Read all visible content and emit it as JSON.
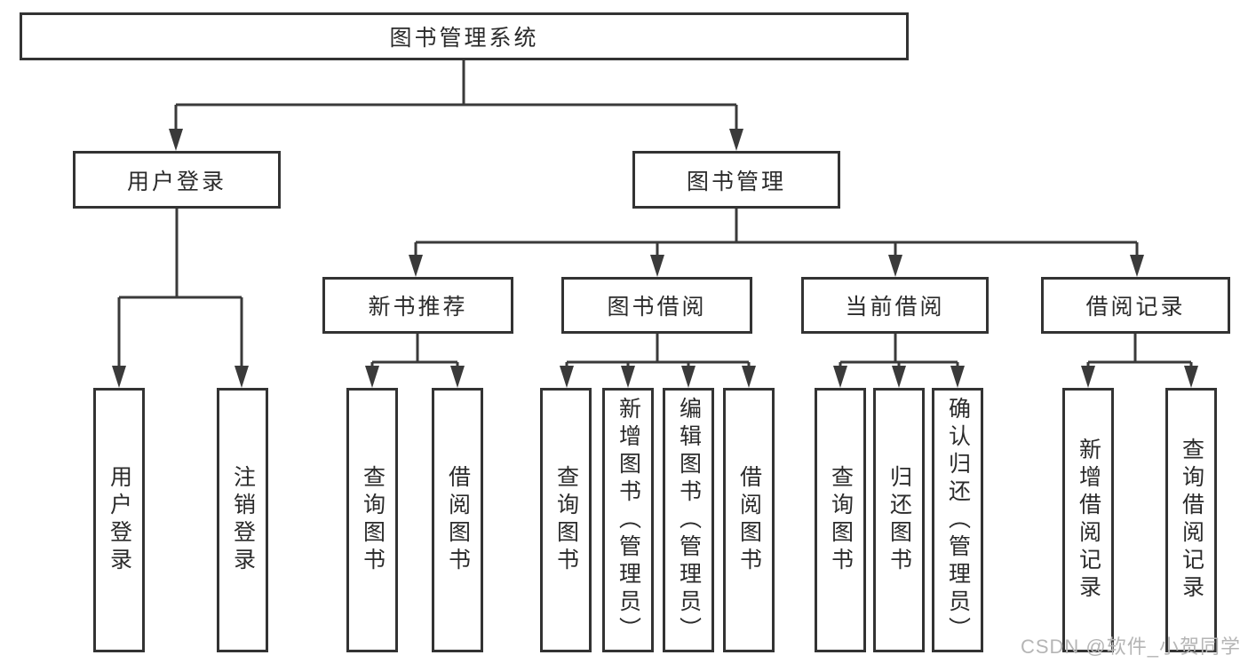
{
  "colors": {
    "line": "#3a3a3a",
    "box_border": "#333333",
    "box_fill": "#ffffff",
    "text": "#2b2b2b",
    "watermark": "#b5b5b5"
  },
  "nodes": {
    "root": {
      "label": "图书管理系统"
    },
    "user_login": {
      "label": "用户登录"
    },
    "book_mgmt": {
      "label": "图书管理"
    },
    "new_book_recommend": {
      "label": "新书推荐"
    },
    "book_borrow": {
      "label": "图书借阅"
    },
    "current_borrow": {
      "label": "当前借阅"
    },
    "borrow_records": {
      "label": "借阅记录"
    },
    "login": {
      "label": "用户登录"
    },
    "logout": {
      "label": "注销登录"
    },
    "recommend_query_book": {
      "label": "查询图书"
    },
    "recommend_borrow_book": {
      "label": "借阅图书"
    },
    "borrow_query_book": {
      "label": "查询图书"
    },
    "borrow_add_book": {
      "label": "新增图书（管理员）"
    },
    "borrow_edit_book": {
      "label": "编辑图书（管理员）"
    },
    "borrow_borrow_book": {
      "label": "借阅图书"
    },
    "current_query_book": {
      "label": "查询图书"
    },
    "current_return_book": {
      "label": "归还图书"
    },
    "current_confirm_return": {
      "label": "确认归还（管理员）"
    },
    "records_add_record": {
      "label": "新增借阅记录"
    },
    "records_query_record": {
      "label": "查询借阅记录"
    }
  },
  "watermark": {
    "text": "CSDN @软件_小贺同学"
  }
}
